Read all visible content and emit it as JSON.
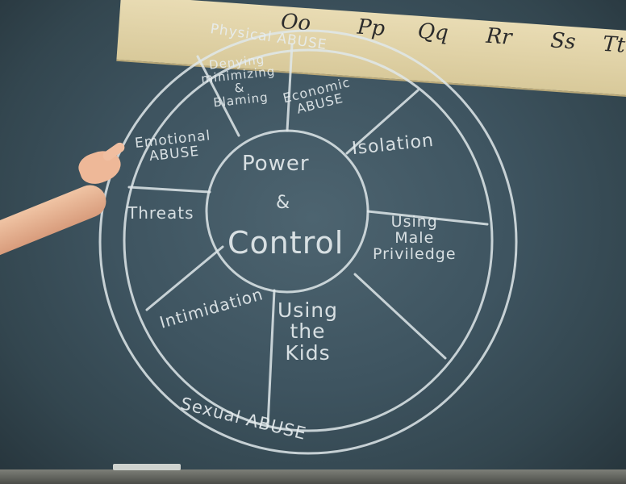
{
  "alphabet_strip": {
    "letters": [
      "Oo",
      "Pp",
      "Qq",
      "Rr",
      "Ss",
      "Tt"
    ]
  },
  "wheel": {
    "center": {
      "line1": "Power",
      "line2": "&",
      "line3": "Control"
    },
    "outer_top": "Physical ABUSE",
    "outer_bottom": "Sexual ABUSE",
    "segments": {
      "denying": "Denying\nminimizing\n&\nBlaming",
      "economic": "Economic\nABUSE",
      "isolation": "Isolation",
      "male_privilege": "Using\nMale\nPriviledge",
      "kids": "Using\nthe\nKids",
      "intimidation": "Intimidation",
      "threats": "Threats",
      "emotional": "Emotional\nABUSE"
    }
  },
  "colors": {
    "chalkboard": "#3e5460",
    "chalk": "#dfe7ea",
    "strip": "#e9dcb4"
  }
}
